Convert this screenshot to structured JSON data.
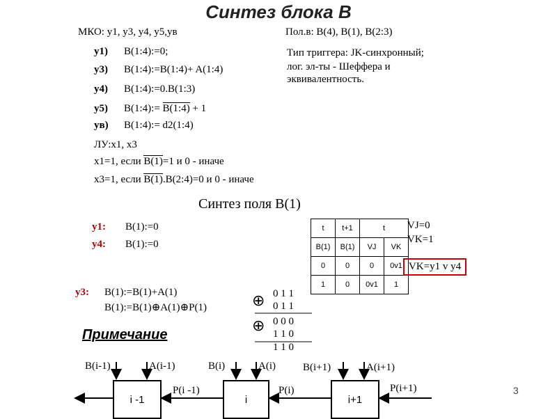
{
  "title": "Синтез блока В",
  "header": {
    "mko": "МКО: y1, y3, y4, y5,yв",
    "pol": "Пол.в: B(4), B(1), B(2:3)",
    "trigger_type": "Тип триггера: JK-синхронный;",
    "logic1": "лог. эл-ты - Шеффера и",
    "logic2": "эквивалентность."
  },
  "micro_ops": [
    {
      "y": "y1)",
      "op": "B(1:4):=0;"
    },
    {
      "y": "y3)",
      "op": "B(1:4):=B(1:4)+ A(1:4)"
    },
    {
      "y": "y4)",
      "op": "B(1:4):=0.B(1:3)"
    },
    {
      "y": "y5)",
      "op_pre": "B(1:4):= ",
      "op_inv": "B(1:4)",
      "op_post": "+ 1"
    },
    {
      "y": "yв)",
      "op": "B(1:4):= d2(1:4)"
    }
  ],
  "lu": {
    "head": "ЛУ:x1, x3",
    "x1_pre": "x1=1, если ",
    "x1_inv": "B(1)",
    "x1_post": "=1 и 0 - иначе",
    "x3_pre": "x3=1, если ",
    "x3_inv": "B(1)",
    "x3_post": ".B(2:4)=0 и 0 - иначе"
  },
  "field": {
    "heading": "Синтез поля B(1)",
    "y1_label": "y1:",
    "y1_op": "B(1):=0",
    "y4_label": "y4:",
    "y4_op": "B(1):=0",
    "table": {
      "h1": [
        "t",
        "t+1",
        "t"
      ],
      "h2": [
        "B(1)",
        "B(1)",
        "VJ",
        "VK"
      ],
      "rows": [
        [
          "0",
          "0",
          "0",
          "0v1"
        ],
        [
          "1",
          "0",
          "0v1",
          "1"
        ]
      ]
    },
    "vj": "VJ=0",
    "vk": "VK=1",
    "vk_box": "VK=y1 v y4"
  },
  "y3_block": {
    "label": "y3:",
    "op1": "B(1):=B(1)+A(1)",
    "op2_a": "B(1):=B(1)",
    "op2_b": "A(1)",
    "op2_c": "P(1)",
    "oplus": "⊕",
    "rows": [
      "0 1 1",
      "0 1 1",
      "0 0 0",
      "1 1 0",
      "1 1 0"
    ]
  },
  "note": {
    "heading": "Примечание",
    "inputs": [
      "B(i-1)",
      "A(i-1)",
      "B(i)",
      "A(i)",
      "B(i+1)",
      "A(i+1)"
    ],
    "blocks": [
      "i -1",
      "i",
      "i+1"
    ],
    "carries": [
      "P(i -1)",
      "P(i)",
      "P(i+1)"
    ]
  },
  "page_number": "3"
}
